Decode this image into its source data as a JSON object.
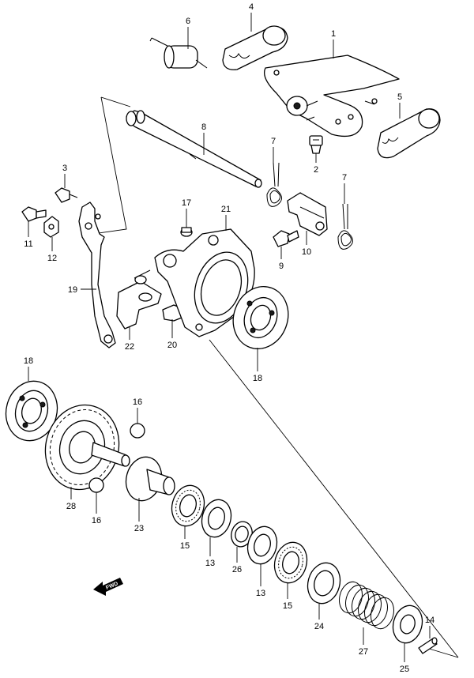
{
  "diagram": {
    "labels": [
      {
        "id": "1",
        "text": "1"
      },
      {
        "id": "2",
        "text": "2"
      },
      {
        "id": "3",
        "text": "3"
      },
      {
        "id": "4",
        "text": "4"
      },
      {
        "id": "5",
        "text": "5"
      },
      {
        "id": "6",
        "text": "6"
      },
      {
        "id": "7a",
        "text": "7"
      },
      {
        "id": "7b",
        "text": "7"
      },
      {
        "id": "8",
        "text": "8"
      },
      {
        "id": "9",
        "text": "9"
      },
      {
        "id": "10",
        "text": "10"
      },
      {
        "id": "11",
        "text": "11"
      },
      {
        "id": "12",
        "text": "12"
      },
      {
        "id": "13a",
        "text": "13"
      },
      {
        "id": "13b",
        "text": "13"
      },
      {
        "id": "14",
        "text": "14"
      },
      {
        "id": "15a",
        "text": "15"
      },
      {
        "id": "15b",
        "text": "15"
      },
      {
        "id": "16a",
        "text": "16"
      },
      {
        "id": "16b",
        "text": "16"
      },
      {
        "id": "17",
        "text": "17"
      },
      {
        "id": "18a",
        "text": "18"
      },
      {
        "id": "18b",
        "text": "18"
      },
      {
        "id": "19",
        "text": "19"
      },
      {
        "id": "20",
        "text": "20"
      },
      {
        "id": "21",
        "text": "21"
      },
      {
        "id": "22",
        "text": "22"
      },
      {
        "id": "23",
        "text": "23"
      },
      {
        "id": "24",
        "text": "24"
      },
      {
        "id": "25",
        "text": "25"
      },
      {
        "id": "26",
        "text": "26"
      },
      {
        "id": "27",
        "text": "27"
      },
      {
        "id": "28",
        "text": "28"
      }
    ],
    "fwd_arrow": "FWD",
    "line_color": "#000000",
    "background": "#ffffff"
  }
}
